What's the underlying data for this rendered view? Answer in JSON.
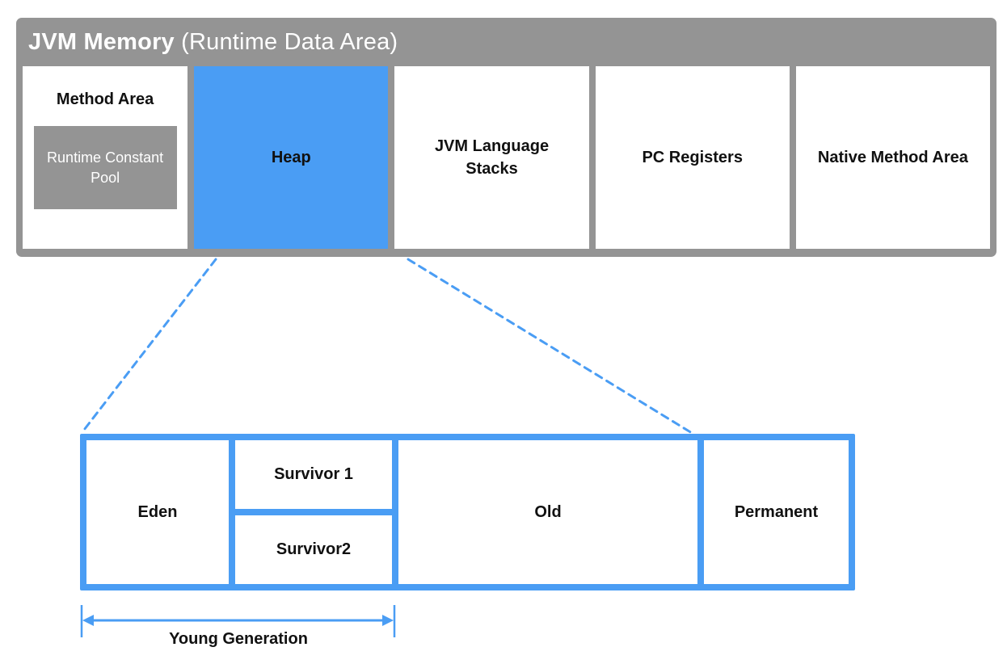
{
  "colors": {
    "container_gray": "#949494",
    "heap_blue": "#4A9DF4",
    "box_white": "#ffffff",
    "label_black": "#111111",
    "title_white": "#ffffff"
  },
  "header": {
    "title_bold": "JVM Memory",
    "title_rest": " (Runtime Data Area)"
  },
  "top_boxes": {
    "method_area": {
      "label": "Method Area",
      "runtime_constant_pool": "Runtime Constant Pool"
    },
    "heap": {
      "label": "Heap"
    },
    "jvm_language_stacks": {
      "label": "JVM Language Stacks"
    },
    "pc_registers": {
      "label": "PC Registers"
    },
    "native_method_area": {
      "label": "Native Method Area"
    }
  },
  "heap_detail": {
    "eden": "Eden",
    "survivor1": "Survivor 1",
    "survivor2": "Survivor2",
    "old": "Old",
    "permanent": "Permanent"
  },
  "annotation": {
    "young_generation": "Young Generation"
  }
}
